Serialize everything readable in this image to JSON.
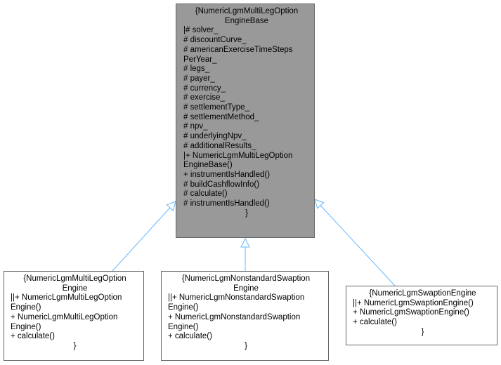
{
  "diagram": {
    "base": {
      "lines": [
        "{NumericLgmMultiLegOption",
        "EngineBase",
        "|# solver_",
        "# discountCurve_",
        "# americanExerciseTimeSteps",
        "PerYear_",
        "# legs_",
        "# payer_",
        "# currency_",
        "# exercise_",
        "# settlementType_",
        "# settlementMethod_",
        "# npv_",
        "# underlyingNpv_",
        "# additionalResults_",
        "|+ NumericLgmMultiLegOption",
        "EngineBase()",
        "+ instrumentIsHandled()",
        "# buildCashflowInfo()",
        "# calculate()",
        "# instrumentIsHandled()",
        "}"
      ]
    },
    "derived": [
      {
        "lines": [
          "{NumericLgmMultiLegOption",
          "Engine",
          "||+ NumericLgmMultiLegOption",
          "Engine()",
          "+ NumericLgmMultiLegOption",
          "Engine()",
          "+ calculate()",
          "}"
        ]
      },
      {
        "lines": [
          "{NumericLgmNonstandardSwaption",
          "Engine",
          "||+ NumericLgmNonstandardSwaption",
          "Engine()",
          "+ NumericLgmNonstandardSwaption",
          "Engine()",
          "+ calculate()",
          "}"
        ]
      },
      {
        "lines": [
          "{NumericLgmSwaptionEngine",
          "||+ NumericLgmSwaptionEngine()",
          "+ NumericLgmSwaptionEngine()",
          "+ calculate()",
          "}"
        ]
      }
    ],
    "colors": {
      "base_fill": "#999999",
      "node_border": "#666666",
      "edge": "#63b8ff"
    }
  }
}
